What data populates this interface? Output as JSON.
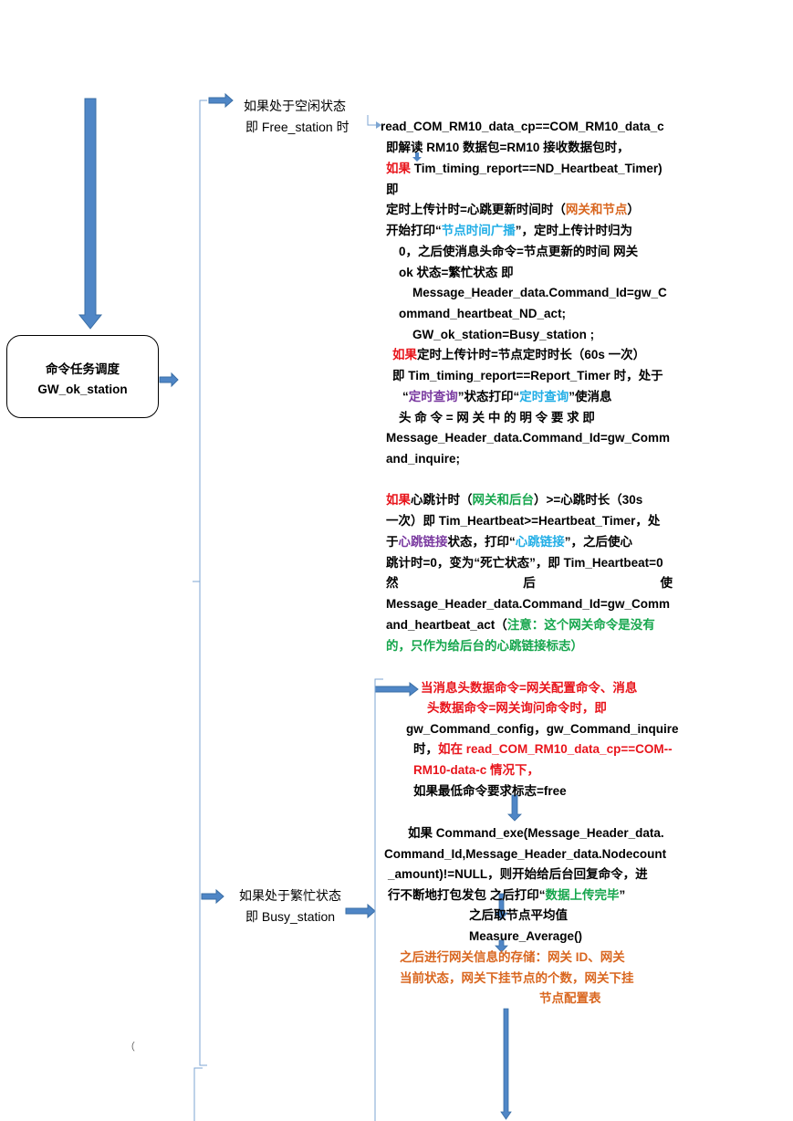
{
  "center_box": {
    "title": "命令任务调度",
    "subtitle": "GW_ok_station"
  },
  "free_branch": {
    "line1": "如果处于空闲状态",
    "line2": "即 Free_station 时"
  },
  "busy_branch": {
    "line1": "如果处于繁忙状态",
    "line2": "即 Busy_station"
  },
  "free_block": {
    "l1": "read_COM_RM10_data_cp==COM_RM10_data_c",
    "l2": "即解读 RM10 数据包=RM10 接收数据包时，",
    "l3_red": "如果",
    "l3": " Tim_timing_report==ND_Heartbeat_Timer)",
    "l4": "即",
    "l5a": "定时上传计时=心跳更新时间时（",
    "l5b": "网关和节点",
    "l5c": "）",
    "l6a": "开始打印“",
    "l6b": "节点时间广播",
    "l6c": "”，定时上传计时归为",
    "l7": "0，之后使消息头命令=节点更新的时间 网关",
    "l8": "ok 状态=繁忙状态    即",
    "l9": "Message_Header_data.Command_Id=gw_C",
    "l10": "ommand_heartbeat_ND_act;",
    "l11": "GW_ok_station=Busy_station  ;",
    "l12a": "如果",
    "l12b": "定时上传计时=节点定时时长（60s 一次）",
    "l13": "即 Tim_timing_report==Report_Timer 时，处于",
    "l14a": "“",
    "l14b": "定时查询",
    "l14c": "”状态打印“",
    "l14d": "定时查询",
    "l14e": "”使消息",
    "l15": "头 命 令 = 网 关 中 的 明 令 要 求   即",
    "l16": "Message_Header_data.Command_Id=gw_Comm",
    "l17": "and_inquire;",
    "h1a": "如果",
    "h1b": "心跳计时（",
    "h1c": "网关和后台",
    "h1d": "）>=心跳时长（30s",
    "h2": "一次）即 Tim_Heartbeat>=Heartbeat_Timer，处",
    "h3a": "于",
    "h3b": "心跳链接",
    "h3c": "状态，打印“",
    "h3d": "心跳链接",
    "h3e": "”，之后使心",
    "h4": "跳计时=0，变为“死亡状态”，即 Tim_Heartbeat=0",
    "h5a": "然",
    "h5b": "后",
    "h5c": "使",
    "h6": "Message_Header_data.Command_Id=gw_Comm",
    "h7a": "and_heartbeat_act（",
    "h7b": "注意：这个网关命令是没有",
    "h8": "的，只作为给后台的心跳链接标志）"
  },
  "busy_block": {
    "c1": "当消息头数据命令=网关配置命令、消息",
    "c2": "头数据命令=网关询问命令时，即",
    "c3": "gw_Command_config，gw_Command_inquire",
    "c4a": "时，",
    "c4b": "如在 read_COM_RM10_data_cp==COM--",
    "c5": "RM10-data-c 情况下，",
    "c6": "如果最低命令要求标志=free",
    "d1": "如果 Command_exe(Message_Header_data.",
    "d2": "Command_Id,Message_Header_data.Nodecount",
    "d3": "_amount)!=NULL，则开始给后台回复命令，进",
    "d4a": "行不断地打包发包   之后打印“",
    "d4b": "数据上传完毕",
    "d4c": "”",
    "d5": "之后取节点平均值",
    "d6": "Measure_Average()",
    "e1": "之后进行网关信息的存储：网关 ID、网关",
    "e2": "当前状态，网关下挂节点的个数，网关下挂",
    "e3": "节点配置表"
  },
  "stray_mark": "（",
  "colors": {
    "arrow_fill": "#4f86c6",
    "arrow_stroke": "#3a6ea5",
    "connector": "#7da6d3",
    "red": "#e8141b",
    "orange": "#d9661f",
    "blue": "#22aee6",
    "purple": "#7a3aa0",
    "green": "#16a64d"
  }
}
